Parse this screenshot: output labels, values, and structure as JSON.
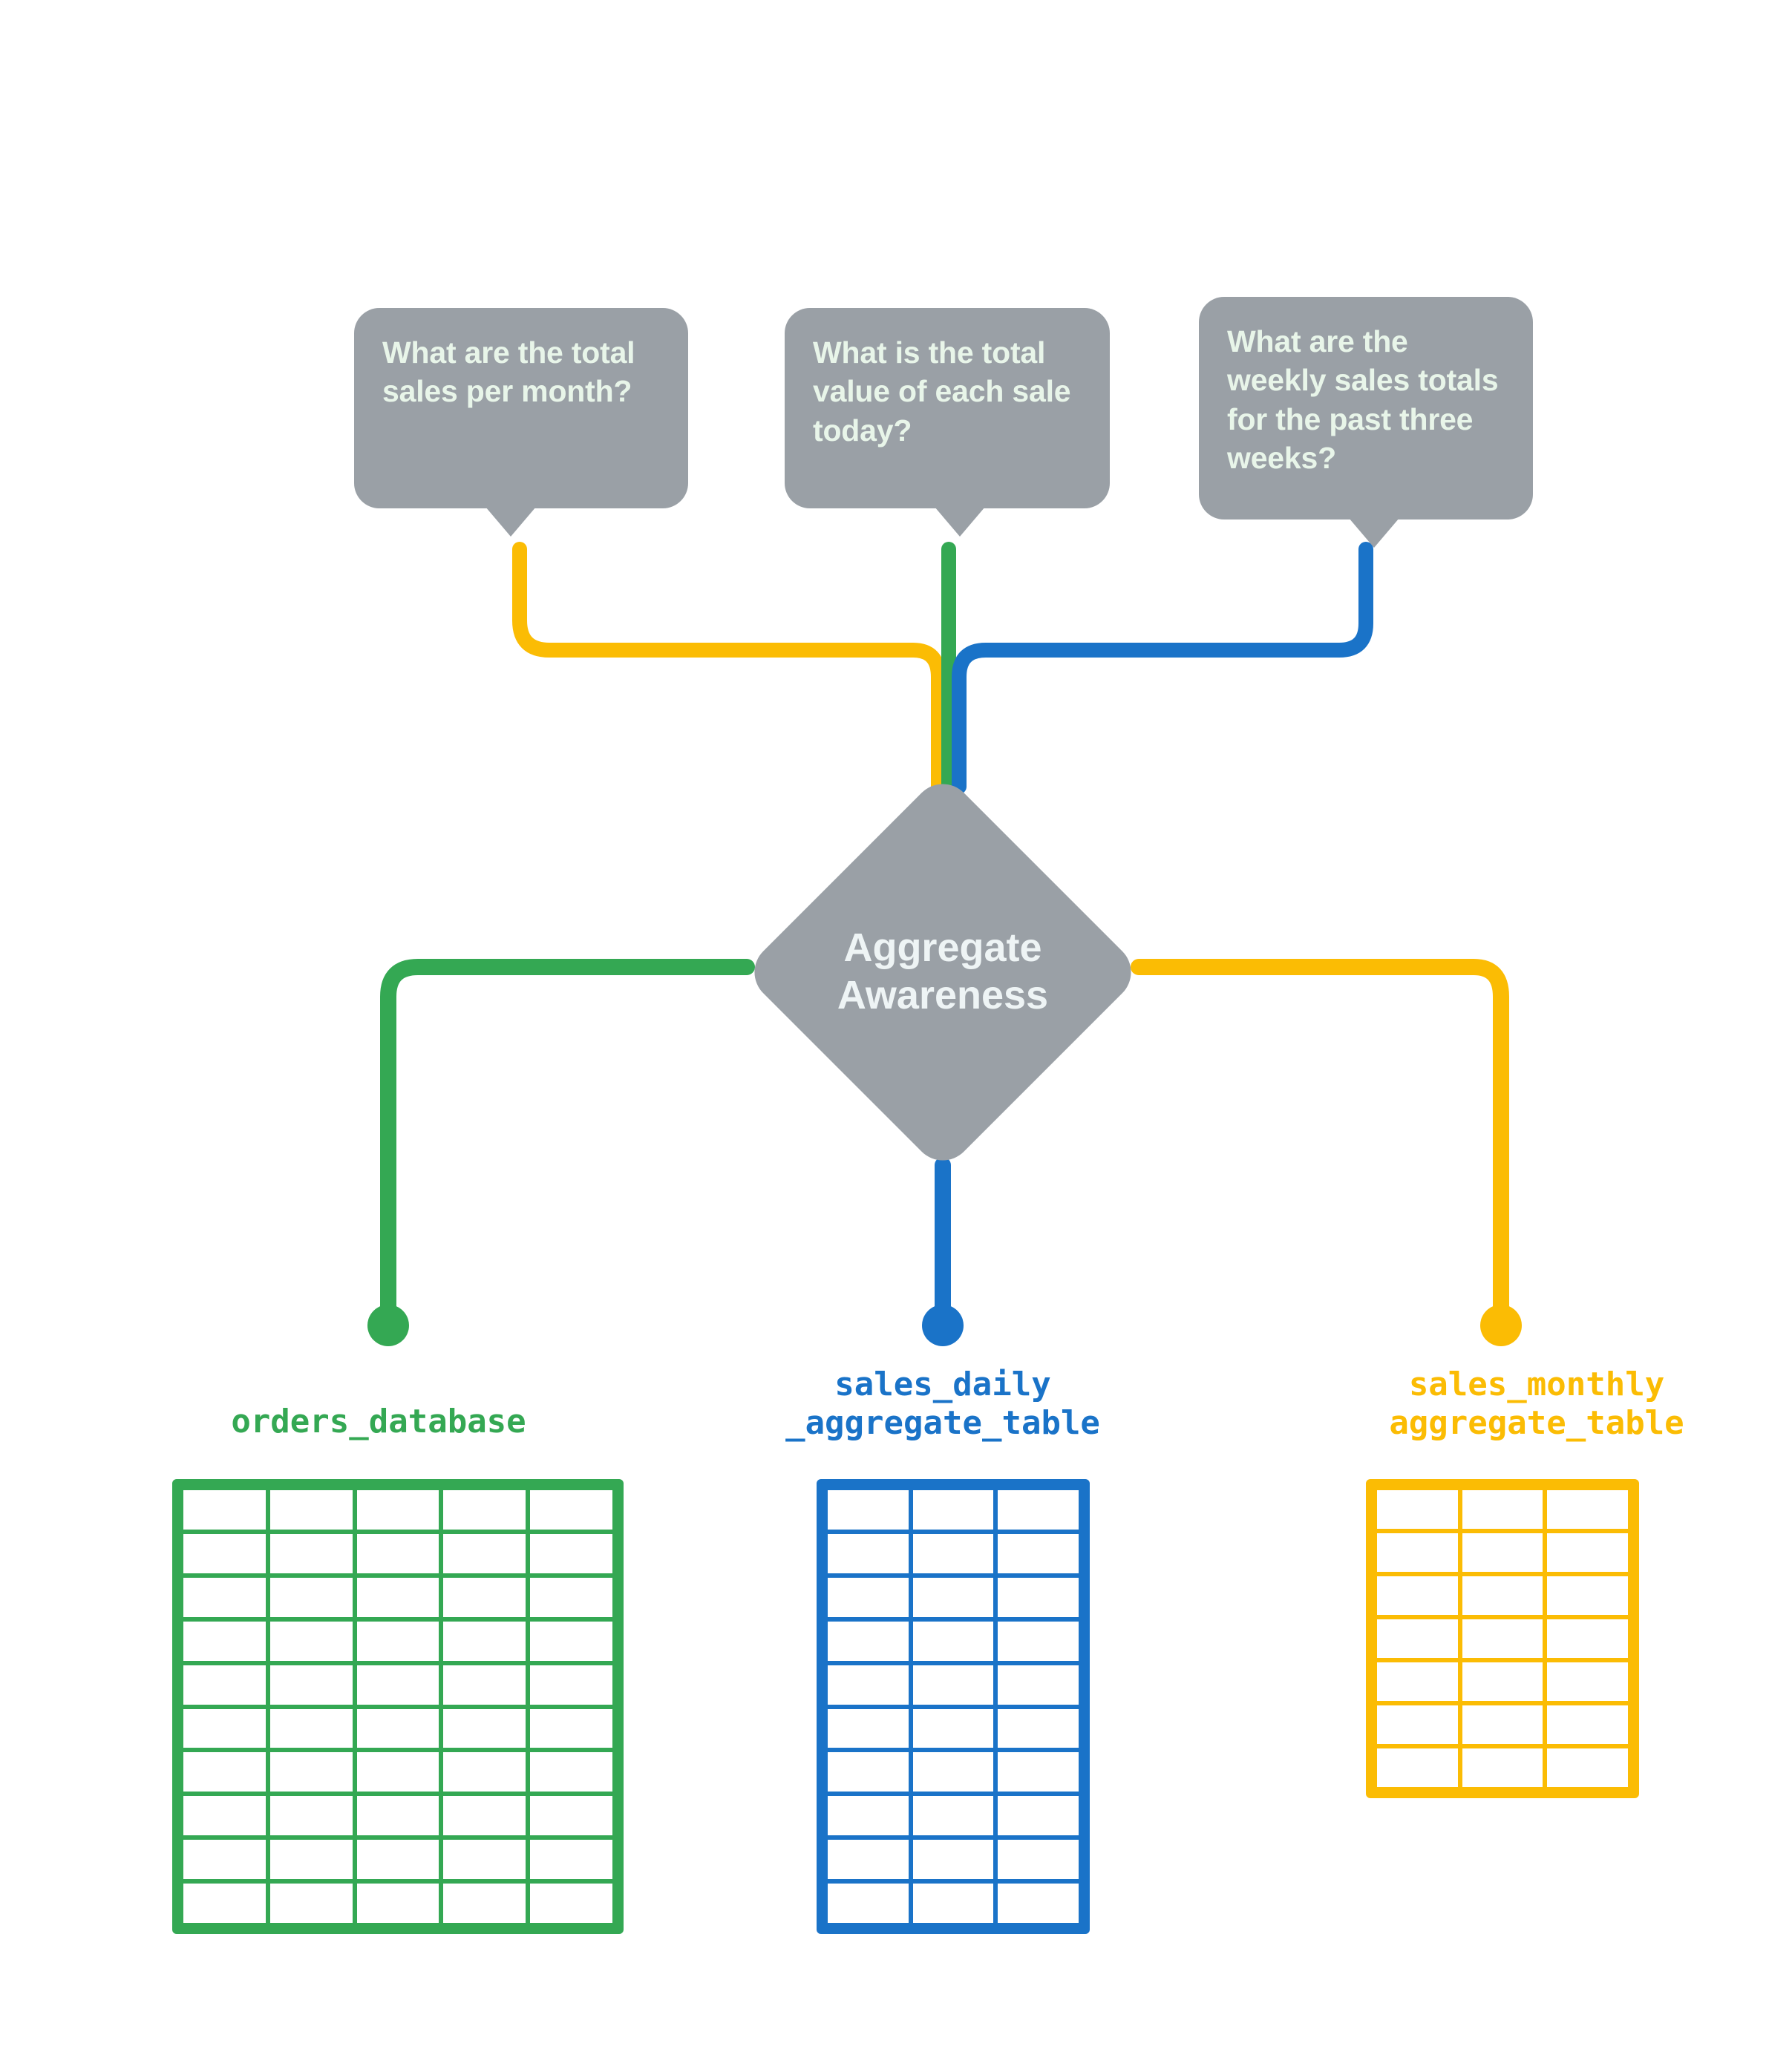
{
  "diagram": {
    "title": "Aggregate Awareness",
    "center_node": {
      "label_line1": "Aggregate",
      "label_line2": "Awareness",
      "shape": "diamond",
      "color": "#9aa0a6"
    },
    "colors": {
      "green": "#34A853",
      "blue": "#1a73c8",
      "yellow": "#FBBC04",
      "gray": "#9aa0a6",
      "bubble_text": "#e8f5e9",
      "background": "#ffffff"
    },
    "questions": [
      {
        "id": "monthly",
        "text": "What are the total sales per month?",
        "wire_color": "#FBBC04",
        "routes_to": "sales_monthly aggregate_table"
      },
      {
        "id": "daily",
        "text": "What is the total value of each sale today?",
        "wire_color": "#34A853",
        "routes_to": "orders_database"
      },
      {
        "id": "weekly",
        "text": "What are the weekly sales totals for the past three weeks?",
        "wire_color": "#1a73c8",
        "routes_to": "sales_daily _aggregate_table"
      }
    ],
    "tables": [
      {
        "id": "orders",
        "caption": "orders_database",
        "color": "#34A853",
        "columns": 5,
        "rows": 10
      },
      {
        "id": "daily",
        "caption": "sales_daily\n_aggregate_table",
        "color": "#1a73c8",
        "columns": 3,
        "rows": 10
      },
      {
        "id": "monthly",
        "caption": "sales_monthly\naggregate_table",
        "color": "#FBBC04",
        "columns": 3,
        "rows": 7
      }
    ]
  }
}
